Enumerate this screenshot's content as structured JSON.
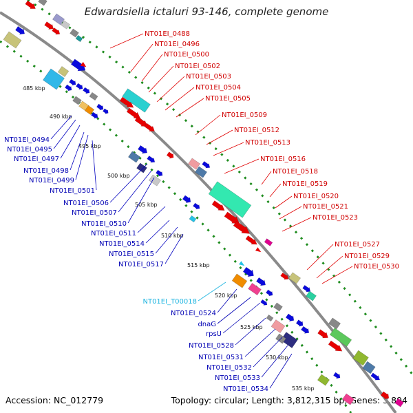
{
  "title": "Edwardsiella ictaluri 93-146, complete genome",
  "accession": "Accession: NC_012779",
  "topology": "Topology: circular; Length: 3,812,315 bp; Genes: 3,894",
  "ticks": [
    "485 kbp",
    "490 kbp",
    "495 kbp",
    "500 kbp",
    "505 kbp",
    "510 kbp",
    "515 kbp",
    "520 kbp",
    "525 kbp",
    "530 kbp",
    "535 kbp"
  ],
  "colors": {
    "forward": "#e60000",
    "reverse": "#0a0adc",
    "trna": "#27c3e6",
    "backbone": "#888888",
    "dots": "#1e8c1e"
  },
  "right_labels": [
    "NT01EI_0488",
    "NT01EI_0496",
    "NT01EI_0500",
    "NT01EI_0502",
    "NT01EI_0503",
    "NT01EI_0504",
    "NT01EI_0505",
    "NT01EI_0509",
    "NT01EI_0512",
    "NT01EI_0513",
    "NT01EI_0516",
    "NT01EI_0518",
    "NT01EI_0519",
    "NT01EI_0520",
    "NT01EI_0521",
    "NT01EI_0523",
    "NT01EI_0527",
    "NT01EI_0529",
    "NT01EI_0530"
  ],
  "left_labels": [
    "NT01EI_0494",
    "NT01EI_0495",
    "NT01EI_0497",
    "NT01EI_0498",
    "NT01EI_0499",
    "NT01EI_0501",
    "NT01EI_0506",
    "NT01EI_0507",
    "NT01EI_0510",
    "NT01EI_0511",
    "NT01EI_0514",
    "NT01EI_0515",
    "NT01EI_0517"
  ],
  "lower_labels": [
    "NT01EI_T00018",
    "NT01EI_0524",
    "dnaG",
    "rpsU",
    "NT01EI_0528",
    "NT01EI_0531",
    "NT01EI_0532",
    "NT01EI_0533",
    "NT01EI_0534"
  ]
}
